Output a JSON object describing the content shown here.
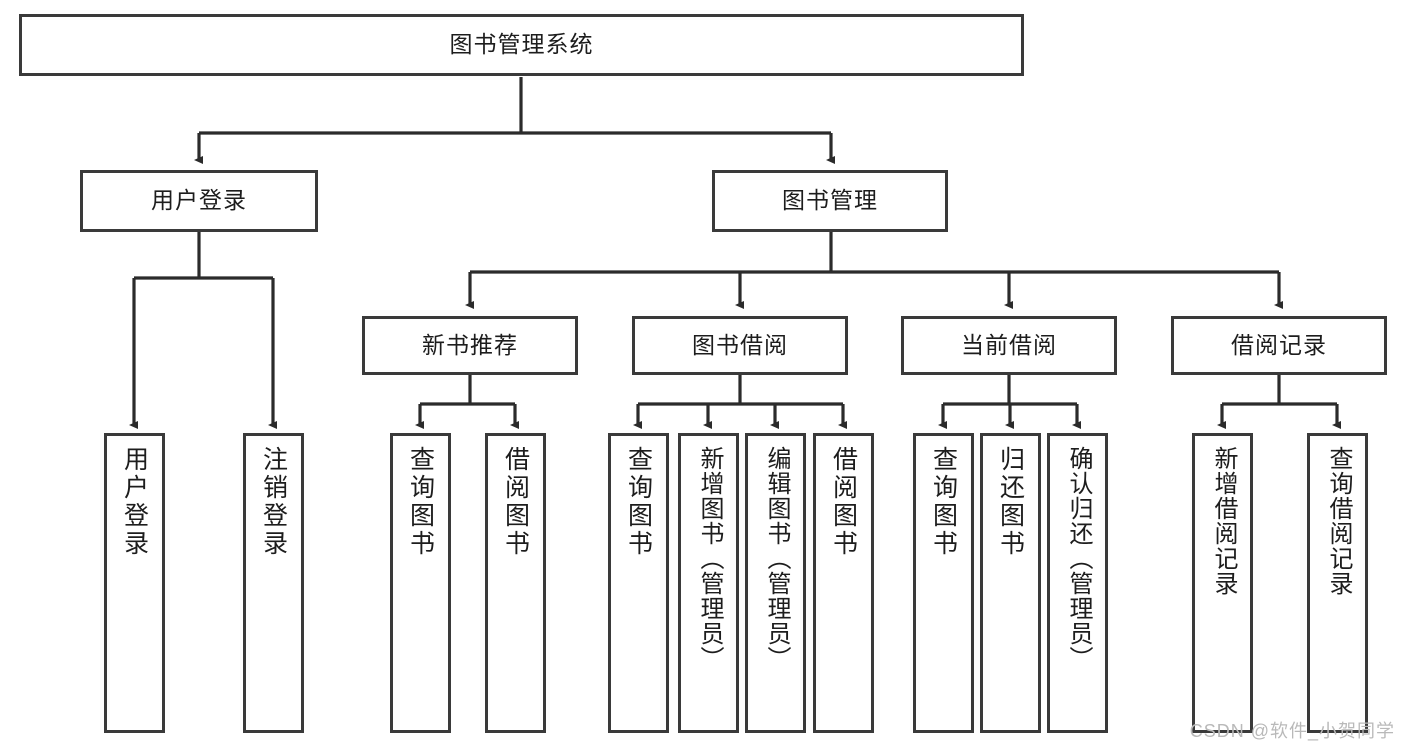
{
  "diagram": {
    "title": "图书管理系统",
    "type": "tree",
    "root": "图书管理系统",
    "colors": {
      "box_border": "#3a3a3a",
      "box_fill": "#ffffff",
      "edge": "#2b2b2b",
      "text": "#1d1d1d",
      "watermark": "#b9b9b9",
      "background": "#ffffff"
    },
    "nodes": {
      "root": {
        "label": "图书管理系统"
      },
      "level2": [
        {
          "label": "用户登录"
        },
        {
          "label": "图书管理"
        }
      ],
      "level3": [
        {
          "label": "新书推荐"
        },
        {
          "label": "图书借阅"
        },
        {
          "label": "当前借阅"
        },
        {
          "label": "借阅记录"
        }
      ],
      "leaves": {
        "user_login": [
          {
            "label": "用户登录"
          },
          {
            "label": "注销登录"
          }
        ],
        "new_book": [
          {
            "label": "查询图书"
          },
          {
            "label": "借阅图书"
          }
        ],
        "book_borrow": [
          {
            "label": "查询图书"
          },
          {
            "label": "新增图书（管理员）"
          },
          {
            "label": "编辑图书（管理员）"
          },
          {
            "label": "借阅图书"
          }
        ],
        "current_borrow": [
          {
            "label": "查询图书"
          },
          {
            "label": "归还图书"
          },
          {
            "label": "确认归还（管理员）"
          }
        ],
        "borrow_record": [
          {
            "label": "新增借阅记录"
          },
          {
            "label": "查询借阅记录"
          }
        ]
      }
    },
    "watermark": "CSDN @软件_小贺同学"
  }
}
